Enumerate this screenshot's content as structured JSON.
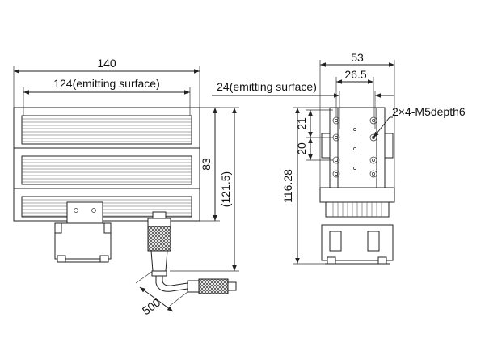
{
  "front_view": {
    "width_label": "140",
    "emitting_width_label": "124(emitting surface)",
    "height_label": "83",
    "total_height_label": "(121.5)",
    "cable_length_label": "500"
  },
  "side_view": {
    "width_label": "53",
    "mount_width_label": "26.5",
    "emitting_width_label": "24(emitting surface)",
    "hole_label": "2×4-M5depth6",
    "hole_pitch_top_label": "21",
    "hole_pitch_bottom_label": "20",
    "total_height_label": "116.28"
  },
  "colors": {
    "line": "#222222",
    "background": "#ffffff"
  }
}
